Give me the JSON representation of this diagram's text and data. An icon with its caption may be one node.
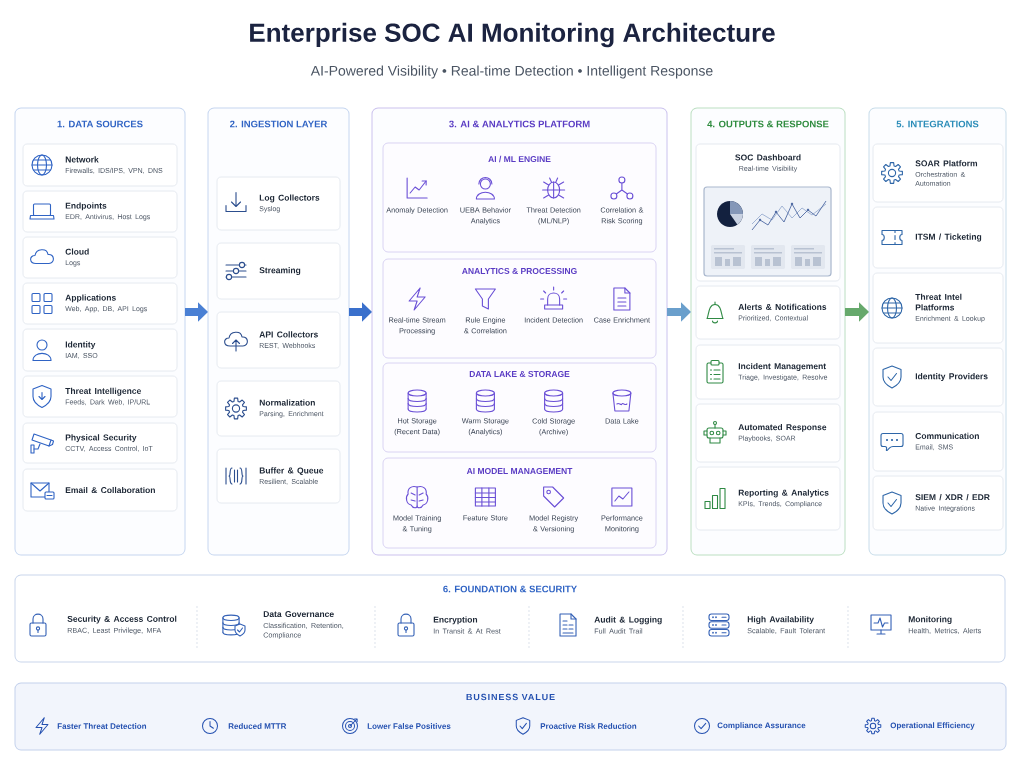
{
  "diagram": {
    "title": "Enterprise SOC AI Monitoring Architecture",
    "nodes": [
      {
        "text": [
          "1. DATA SOURCES"
        ]
      },
      {
        "text": [
          "Network",
          "Firewalls, IDS/IPS, VPN, DNS"
        ],
        "in": 0
      },
      {
        "text": [
          "Endpoints",
          "EDR, Antivirus, Host Logs"
        ],
        "in": 0
      },
      {
        "text": [
          "Cloud",
          "Logs"
        ],
        "in": 0
      },
      {
        "text": [
          "Applications",
          "Web, App, DB, API Logs"
        ],
        "in": 0
      },
      {
        "text": [
          "Identity",
          "IAM, SSO"
        ],
        "in": 0
      },
      {
        "text": [
          "Threat Intelligence",
          "Feeds, Dark Web, IP/URL"
        ],
        "in": 0
      },
      {
        "text": [
          "Physical Security",
          "CCTV, Access Control, IoT"
        ],
        "in": 0
      },
      {
        "text": [
          "Email & Collaboration"
        ],
        "in": 0
      },
      {
        "text": [
          "2. INGESTION LAYER"
        ]
      },
      {
        "text": [
          "Log Collectors",
          "Syslog"
        ],
        "in": 9
      },
      {
        "text": [
          "Streaming"
        ],
        "in": 9
      },
      {
        "text": [
          "API Collectors",
          "REST, Webhooks"
        ],
        "in": 9
      },
      {
        "text": [
          "Normalization",
          "Parsing, Enrichment"
        ],
        "in": 9
      },
      {
        "text": [
          "Buffer & Queue",
          "Resilient, Scalable"
        ],
        "in": 9
      },
      {
        "text": [
          "3. AI & ANALYTICS PLATFORM"
        ]
      },
      {
        "text": [
          "AI / ML ENGINE",
          "Anomaly Detection",
          "UEBA Behavior Analytics",
          "Threat Detection (ML/NLP)",
          "Correlation & Risk Scoring"
        ],
        "in": 15
      },
      {
        "text": [
          "ANALYTICS & PROCESSING",
          "Real-time Stream Processing",
          "Rule Engine & Correlation",
          "Incident Detection",
          "Case Enrichment"
        ],
        "in": 15
      },
      {
        "text": [
          "DATA LAKE & STORAGE",
          "Hot Storage (Recent Data)",
          "Warm Storage (Analytics)",
          "Cold Storage (Archive)",
          "Data Lake"
        ],
        "in": 15
      },
      {
        "text": [
          "AI MODEL MANAGEMENT",
          "Model Training & Tuning",
          "Feature Store",
          "Model Registry & Versioning",
          "Performance Monitoring"
        ],
        "in": 15
      },
      {
        "text": [
          "4. OUTPUTS & RESPONSE"
        ]
      },
      {
        "text": [
          "SOC Dashboard",
          "Real-time Visibility"
        ],
        "in": 20
      },
      {
        "text": [
          "Alerts & Notifications",
          "Prioritized, Contextual"
        ],
        "in": 20
      },
      {
        "text": [
          "Incident Management",
          "Triage, Investigate, Resolve"
        ],
        "in": 20
      },
      {
        "text": [
          "Automated Response",
          "Playbooks, SOAR"
        ],
        "in": 20
      },
      {
        "text": [
          "Reporting & Analytics",
          "KPIs, Trends, Compliance"
        ],
        "in": 20
      },
      {
        "text": [
          "5. INTEGRATIONS"
        ]
      },
      {
        "text": [
          "SOAR Platform",
          "Orchestration & Automation"
        ],
        "in": 26
      },
      {
        "text": [
          "ITSM / Ticketing"
        ],
        "in": 26
      },
      {
        "text": [
          "Threat Intel Platforms",
          "Enrichment & Lookup"
        ],
        "in": 26
      },
      {
        "text": [
          "Identity Providers"
        ],
        "in": 26
      },
      {
        "text": [
          "Communication",
          "Email, SMS"
        ],
        "in": 26
      },
      {
        "text": [
          "SIEM / XDR / EDR",
          "Native Integrations"
        ],
        "in": 26
      },
      {
        "text": [
          "6. FOUNDATION & SECURITY",
          "Security & Access Control",
          "RBAC, Least Privilege, MFA",
          "Data Governance",
          "Classification, Retention, Compliance",
          "Encryption",
          "In Transit & At Rest",
          "Audit & Logging",
          "Full Audit Trail",
          "High Availability",
          "Scalable, Fault Tolerant",
          "Monitoring",
          "Health, Metrics, Alerts"
        ]
      },
      {
        "text": [
          "BUSINESS VALUE",
          "Faster Threat Detection",
          "Reduced MTTR",
          "Lower False Positives",
          "Proactive Risk Reduction",
          "Compliance Assurance",
          "Operational Efficiency"
        ]
      }
    ],
    "edges": [
      {
        "from": 0,
        "to": 9,
        "arrow": "to",
        "color": "#4a80d4"
      },
      {
        "from": 9,
        "to": 15,
        "arrow": "to",
        "color": "#3a70cc"
      },
      {
        "from": 15,
        "to": 20,
        "arrow": "to",
        "color": "#6a9fcc"
      },
      {
        "from": 20,
        "to": 26,
        "arrow": "to",
        "color": "#66a96c"
      }
    ],
    "labels": [
      "AI-Powered Visibility • Real-time Detection • Intelligent Response"
    ]
  }
}
